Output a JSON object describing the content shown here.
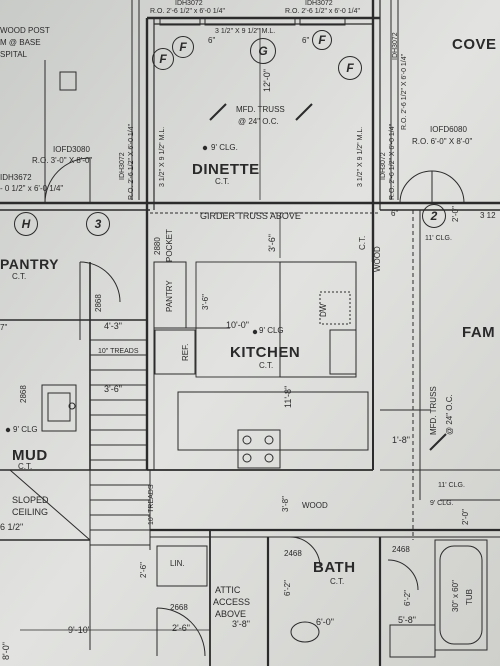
{
  "rooms": {
    "dinette": {
      "name": "DINETTE",
      "sub": "C.T."
    },
    "kitchen": {
      "name": "KITCHEN",
      "sub": "C.T."
    },
    "pantry_left": {
      "name": "PANTRY",
      "sub": "C.T."
    },
    "pantry_closet": {
      "name": "PANTRY"
    },
    "mud": {
      "name": "MUD",
      "sub": "C.T."
    },
    "bath": {
      "name": "BATH",
      "sub": "C.T."
    },
    "fam": {
      "name": "FAM"
    },
    "cover": {
      "name": "COVE"
    }
  },
  "labels": {
    "wood_post": "WOOD POST",
    "at_base": "M @ BASE",
    "spital": "SPITAL",
    "id_top1": "IDH3072",
    "id_top2": "IDH3072",
    "ro_top1": "R.O. 2'-6 1/2\" x 6'-0 1/4\"",
    "ro_top2": "R.O. 2'-6 1/2\" x 6'-0 1/4\"",
    "ro_top_left": "R.O. 2'-6 1/2\" X 6'-0 1/4\"",
    "ml_top": "3 1/2\" X 9 1/2\" M.L.",
    "dim_12": "12'-0\"",
    "dim_6_a": "6\"",
    "dim_6_b": "6\"",
    "mfd_truss": "MFD. TRUSS",
    "at_24": "@ 24\" O.C.",
    "clg_dinette": "9' CLG.",
    "ml_left": "3 1/2\" X 9 1/2\" M.L.",
    "ml_right": "3 1/2\" X 9 1/2\" M.L.",
    "left_side_id": "IDH3072",
    "left_side_ro": "R.O. 2'-6 1/2\" X 6'-0 1/4\"",
    "right_side_id": "IDH3072",
    "right_side_ro": "R.O. 2'-6 1/2\" X 6'-0 1/4\"",
    "far_right_id": "IDH3072",
    "far_right_ro": "R.O. 2'-6 1/2\" X 6'-0 1/4\"",
    "iofd3080": "IOFD3080",
    "ro_3080": "R.O. 3'-0\" X 8'-0\"",
    "idh3672": "IDH3672",
    "ro_3672": "- 0 1/2\" x 6'-0 1/4\"",
    "iofd6080": "IOFD6080",
    "ro_6080": "R.O. 6'-0\" X 8'-0\"",
    "girder": "GIRDER TRUSS ABOVE",
    "dim_6_c": "6\"",
    "dim_2_0_a": "2'-0\"",
    "dim_3_12": "3 12",
    "clg_11_a": "11' CLG.",
    "pocket_2880": "2880",
    "pocket": "POCKET",
    "dim_3_6_a": "3'-6\"",
    "ct_vert": "C.T.",
    "wood_vert": "WOOD",
    "dim_2868_a": "2868",
    "dim_3_6_b": "3'-6\"",
    "dw": "DW",
    "dim_10_0": "10'-0\"",
    "clg_kitchen": "9' CLG",
    "dim_7": "7\"",
    "dim_4_3": "4'-3\"",
    "treads_10_a": "10\" TREADS",
    "ref": "REF.",
    "dim_3_6_c": "3'-6\"",
    "dim_11_8": "11'-8\"",
    "dim_2868_b": "2868",
    "clg_mud": "9' CLG",
    "mfd_truss_r": "MFD. TRUSS",
    "at_24_r": "@ 24\" O.C.",
    "dim_1_8": "1'-8\"",
    "clg_11_b": "11' CLG.",
    "clg_9_r": "9' CLG.",
    "dim_2_0_b": "2'-0\"",
    "sloped": "SLOPED",
    "ceiling": "CEILING",
    "dim_6_half": "6 1/2\"",
    "treads_10_b": "10\" TREADS",
    "dim_3_8_a": "3'-8\"",
    "wood_h": "WOOD",
    "dim_2468_a": "2468",
    "dim_2468_b": "2468",
    "dim_2_6_a": "2'-6\"",
    "lin": "LIN.",
    "dim_6_2_a": "6'-2\"",
    "dim_6_2_b": "6'-2\"",
    "attic": "ATTIC",
    "access": "ACCESS",
    "above": "ABOVE",
    "tub": "30\" x 60\"",
    "tub2": "TUB",
    "dim_2668": "2668",
    "dim_2_6_b": "2'-6\"",
    "dim_3_8_b": "3'-8\"",
    "dim_6_0": "6'-0\"",
    "dim_5_8": "5'-8\"",
    "dim_9_10": "9'-10\"",
    "dim_8_0": "8'-0\""
  },
  "markers": [
    "F",
    "F",
    "G",
    "F",
    "F",
    "H",
    "3",
    "2"
  ]
}
